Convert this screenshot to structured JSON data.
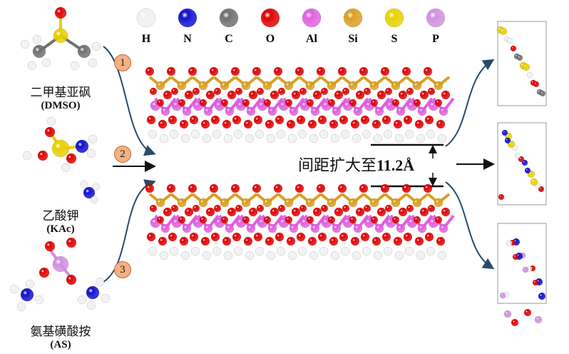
{
  "legend": [
    {
      "symbol": "H",
      "color": "#f0f0f0"
    },
    {
      "symbol": "N",
      "color": "#1010d0"
    },
    {
      "symbol": "C",
      "color": "#707070"
    },
    {
      "symbol": "O",
      "color": "#e00000"
    },
    {
      "symbol": "Al",
      "color": "#e060e0"
    },
    {
      "symbol": "Si",
      "color": "#d9a020"
    },
    {
      "symbol": "S",
      "color": "#e8d000"
    },
    {
      "symbol": "P",
      "color": "#d090e0"
    }
  ],
  "molecules": [
    {
      "name_cn": "二甲基亚砜",
      "abbr": "(DMSO)",
      "route": "1"
    },
    {
      "name_cn": "乙酸钾",
      "abbr": "(KAc)",
      "route": "2"
    },
    {
      "name_cn": "氨基磺酸按",
      "abbr": "(AS)",
      "route": "3"
    }
  ],
  "gap_label": {
    "cn": "间距扩大至",
    "value": "11.2Å"
  }
}
